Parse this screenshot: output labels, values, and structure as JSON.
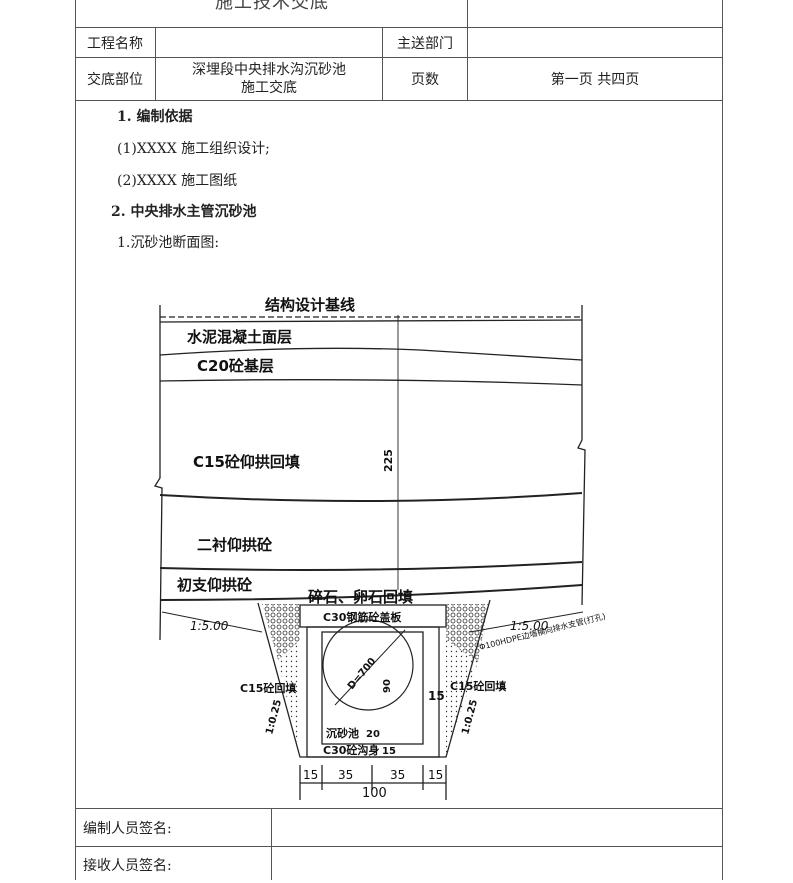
{
  "header": {
    "doc_title": "施工技术交底",
    "project_name_label": "工程名称",
    "project_name_value": "",
    "dept_label": "主送部门",
    "dept_value": "",
    "location_label": "交底部位",
    "location_value_line1": "深埋段中央排水沟沉砂池",
    "location_value_line2": "施工交底",
    "pages_label": "页数",
    "pages_value": "第一页  共四页"
  },
  "body": {
    "section1_title": "1.  编制依据",
    "section1_item1": "(1)XXXX 施工组织设计;",
    "section1_item2": "(2)XXXX 施工图纸",
    "section2_title": "2.  中央排水主管沉砂池",
    "section2_sub1": "1.沉砂池断面图:"
  },
  "drawing": {
    "labels": {
      "datum": "结构设计基线",
      "layer1": "水泥混凝土面层",
      "layer2": "C20砼基层",
      "layer3": "C15砼仰拱回填",
      "layer4": "二衬仰拱砼",
      "layer5": "初支仰拱砼",
      "fill": "碎石、卵石回填",
      "cover": "C30钢筋砼盖板",
      "slope_left": "1:5.00",
      "slope_right": "1:5.00",
      "pipe_note": "Φ100HDPE边墙横向排水支管(打孔)",
      "backfill_left": "C15砼回填",
      "backfill_right": "C15砼回填",
      "side_slope_left": "1:0.25",
      "side_slope_right": "1:0.25",
      "diameter": "D=700",
      "dim_vertical": "225",
      "dim_90": "90",
      "dim_15_right": "15",
      "tank": "沉砂池",
      "tank_dim": "20",
      "body_label": "C30砼沟身",
      "body_dim": "15",
      "dim_15a": "15",
      "dim_35a": "35",
      "dim_35b": "35",
      "dim_15b": "15",
      "dim_total": "100"
    }
  },
  "footer": {
    "compiler_label": "编制人员签名:",
    "receiver_label": "接收人员签名:"
  }
}
